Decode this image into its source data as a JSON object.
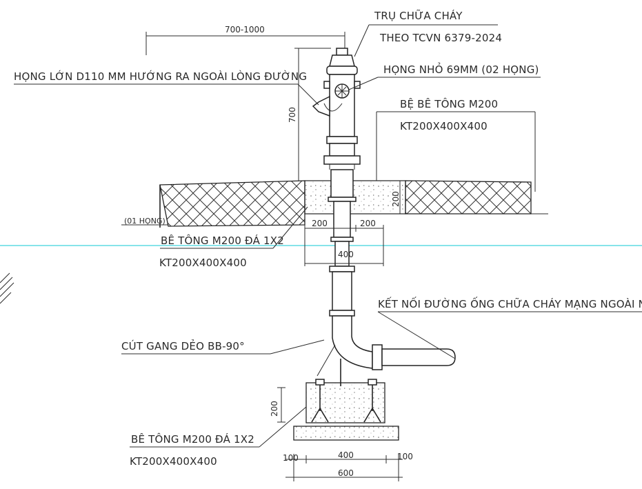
{
  "labels": {
    "hydrant_title_1": "TRỤ CHỮA CHÁY",
    "hydrant_title_2": "THEO TCVN 6379-2024",
    "large_outlet": "HỌNG LỚN D110 MM HƯỚNG RA NGOÀI LÒNG ĐƯỜNG",
    "small_outlet": "HỌNG NHỎ 69MM (02 HỌNG)",
    "pad_top_1": "BỆ BÊ TÔNG M200",
    "pad_top_2": "KT200X400X400",
    "one_outlet": "(01 HỌNG)",
    "encasement_1": "BÊ TÔNG M200 ĐÁ 1X2",
    "encasement_2": "KT200X400X400",
    "connection": "KẾT NỐI ĐƯỜNG ỐNG CHỮA CHÁY MẠNG NGOÀI NHÀ",
    "elbow": "CÚT GANG DẺO BB-90°",
    "base_1": "BÊ TÔNG M200 ĐÁ 1X2",
    "base_2": "KT200X400X400"
  },
  "dimensions": {
    "top_width": "700-1000",
    "height_700": "700",
    "depth_200": "200",
    "left_200": "200",
    "right_200": "200",
    "width_400": "400",
    "base_height_200": "200",
    "base_left_100": "100",
    "base_400": "400",
    "base_right_100": "100",
    "base_600": "600"
  },
  "colors": {
    "line": "#2b2b2b",
    "guide_line": "#3fd3dc",
    "hatch": "#333333"
  }
}
